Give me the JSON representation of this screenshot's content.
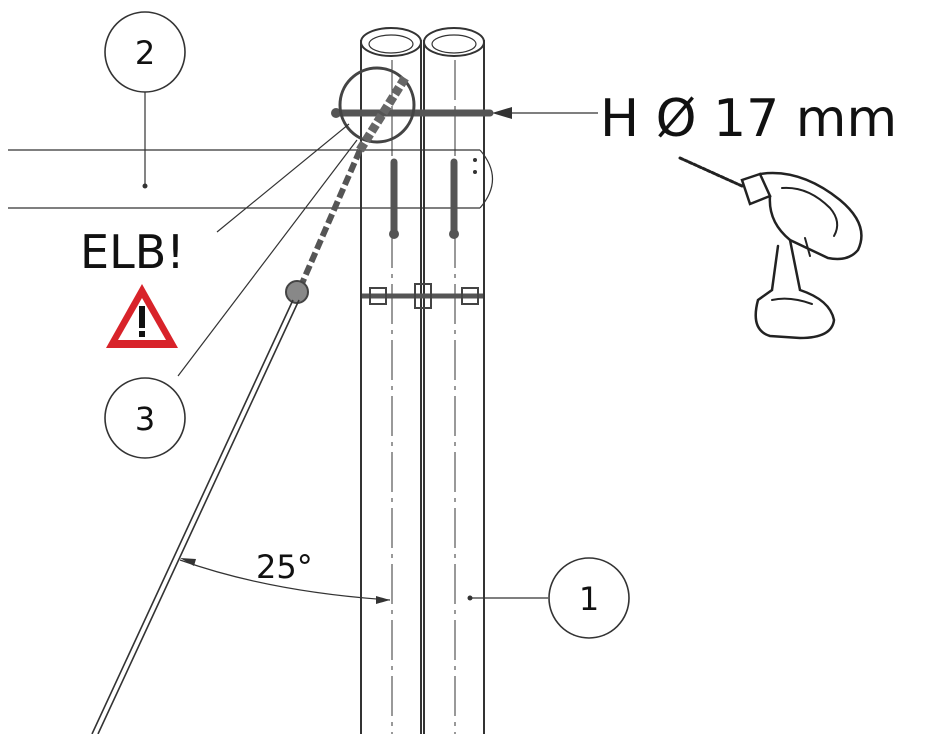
{
  "callouts": {
    "one": "1",
    "two": "2",
    "three": "3"
  },
  "drill_hole_label": "H Ø 17 mm",
  "warning_text": "ELB!",
  "angle_label": "25°",
  "icons": {
    "warning": "warning-triangle-icon",
    "tool": "power-drill-icon"
  },
  "colors": {
    "warning_red": "#d8232a",
    "line": "#333333",
    "hardware": "#555555"
  }
}
